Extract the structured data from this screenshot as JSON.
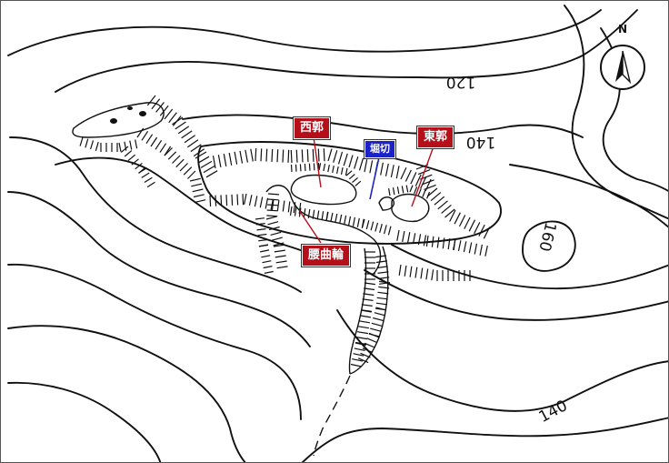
{
  "labels": {
    "west_bailey": "西郭",
    "moat_cut": "堀切",
    "east_bailey": "東郭",
    "waist_bailey": "腰曲輪"
  },
  "elevations": {
    "c120": "120",
    "c140_top": "140",
    "c140_bottom": "140",
    "c160": "160"
  },
  "north_arrow": {
    "letter": "N"
  },
  "colors": {
    "label_red": "#b5101a",
    "label_blue": "#1a22c8",
    "contour": "#111111"
  }
}
